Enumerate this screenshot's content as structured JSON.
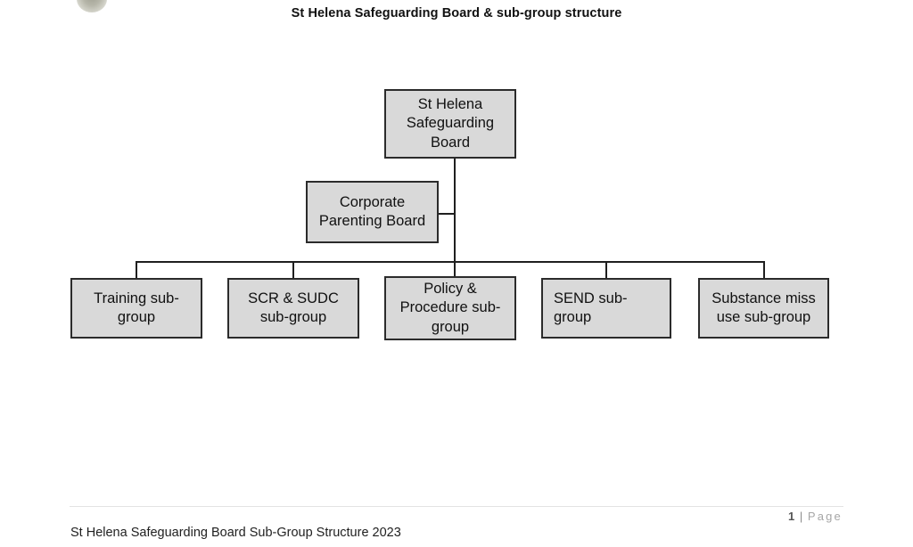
{
  "document": {
    "title": "St Helena Safeguarding Board & sub-group structure",
    "footer_text": "St Helena Safeguarding Board Sub-Group Structure 2023",
    "page_number": "1",
    "page_separator": "|",
    "page_word": "Page"
  },
  "theme": {
    "node_fill": "#d9d9d9",
    "node_border": "#2b2b2b",
    "line_color": "#1f1f1f",
    "text_color": "#111111",
    "page_background": "#ffffff",
    "footer_rule": "#e3e3e3"
  },
  "chart_data": {
    "type": "diagram",
    "diagram_kind": "organisation-chart",
    "title": "St Helena Safeguarding Board & sub-group structure",
    "orientation": "top-down",
    "nodes": [
      {
        "id": "root",
        "label": "St Helena Safeguarding Board",
        "level": 0
      },
      {
        "id": "corporate",
        "label": "Corporate Parenting Board",
        "level": 1
      },
      {
        "id": "training",
        "label": "Training sub-group",
        "level": 2
      },
      {
        "id": "scr",
        "label": "SCR & SUDC sub-group",
        "level": 2
      },
      {
        "id": "policy",
        "label": "Policy & Procedure sub-group",
        "level": 2
      },
      {
        "id": "send",
        "label": "SEND sub-group",
        "level": 2
      },
      {
        "id": "substance",
        "label": "Substance miss use sub-group",
        "level": 2
      }
    ],
    "edges": [
      {
        "from": "root",
        "to": "corporate"
      },
      {
        "from": "root",
        "to": "training"
      },
      {
        "from": "root",
        "to": "scr"
      },
      {
        "from": "root",
        "to": "policy"
      },
      {
        "from": "root",
        "to": "send"
      },
      {
        "from": "root",
        "to": "substance"
      }
    ]
  }
}
